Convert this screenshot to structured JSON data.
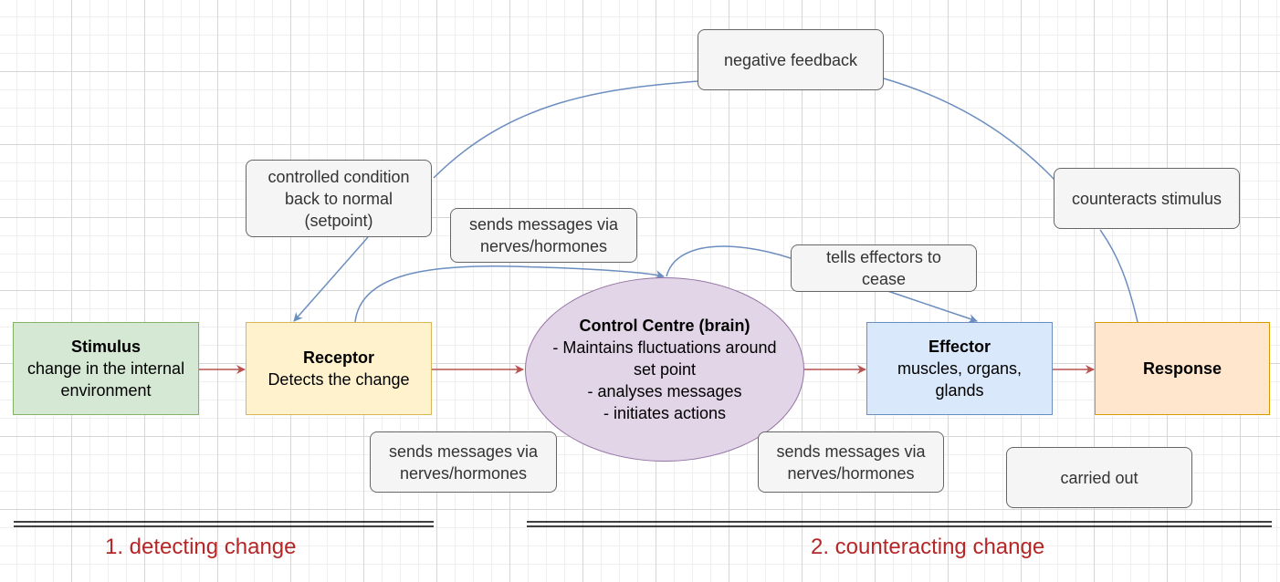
{
  "nodes": {
    "stimulus": {
      "title": "Stimulus",
      "text": "change in the internal environment"
    },
    "receptor": {
      "title": "Receptor",
      "text": "Detects the change"
    },
    "control_centre": {
      "title": "Control Centre (brain)",
      "lines": [
        "- Maintains fluctuations around",
        "set point",
        "- analyses messages",
        "- initiates actions"
      ]
    },
    "effector": {
      "title": "Effector",
      "text": "muscles, organs, glands"
    },
    "response": {
      "title": "Response"
    }
  },
  "labels": {
    "negative_feedback": "negative feedback",
    "controlled_condition": "controlled condition back to normal (setpoint)",
    "counteracts_stimulus": "counteracts stimulus",
    "sends_messages_top": "sends messages via nerves/hormones",
    "tells_effectors": "tells effectors to cease",
    "sends_messages_left": "sends messages via nerves/hormones",
    "sends_messages_right": "sends messages via nerves/hormones",
    "carried_out": "carried out"
  },
  "phases": {
    "detecting": "1. detecting change",
    "counteracting": "2. counteracting change"
  },
  "colors": {
    "stimulus_fill": "#d5e8d4",
    "receptor_fill": "#fff2cc",
    "control_fill": "#e1d5e7",
    "effector_fill": "#dae8fc",
    "response_fill": "#ffe6cc",
    "red_arrow": "#b85450",
    "blue_arrow": "#6c8ebf",
    "phase_text": "#b52626"
  }
}
